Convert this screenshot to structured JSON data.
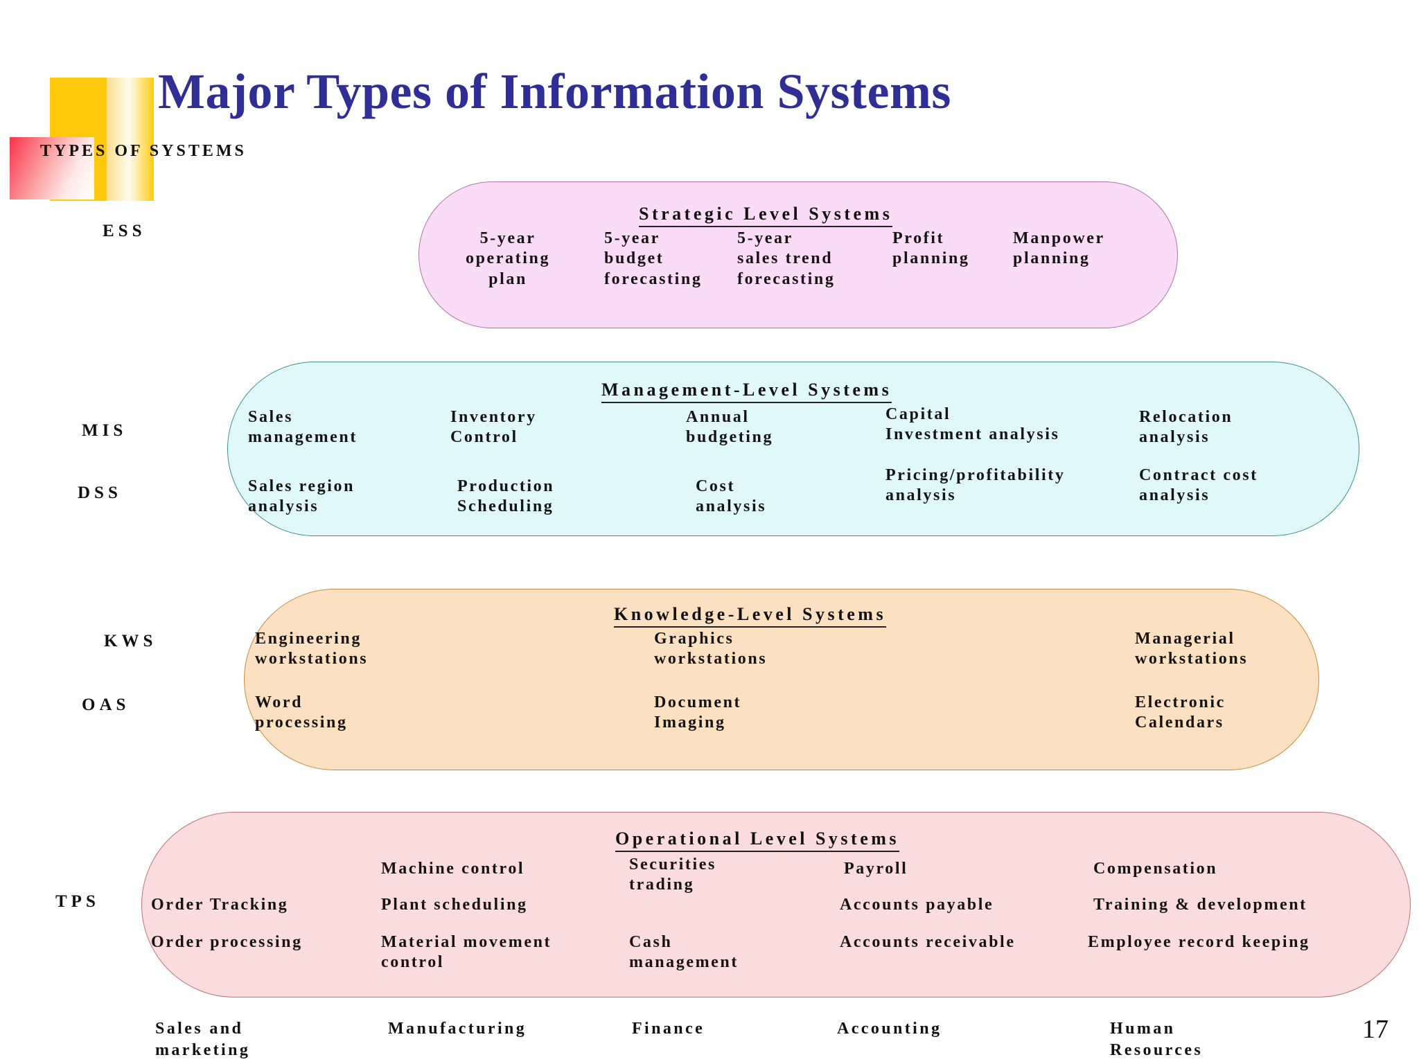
{
  "slide": {
    "title": "Major Types of Information Systems",
    "subtitle": "TYPES OF SYSTEMS",
    "page_number": "17",
    "title_color": "#2E2E94"
  },
  "system_type_labels": [
    {
      "key": "ess",
      "label": "ESS"
    },
    {
      "key": "mis",
      "label": "MIS"
    },
    {
      "key": "dss",
      "label": "DSS"
    },
    {
      "key": "kws",
      "label": "KWS"
    },
    {
      "key": "oas",
      "label": "OAS"
    },
    {
      "key": "tps",
      "label": "TPS"
    }
  ],
  "levels": [
    {
      "key": "strategic",
      "heading": "Strategic Level Systems",
      "fill_color": "#FBDCF6",
      "border_color": "#B06FB0",
      "items": [
        {
          "lines": [
            "5-year",
            "operating",
            "plan"
          ]
        },
        {
          "lines": [
            "5-year",
            "budget",
            "forecasting"
          ]
        },
        {
          "lines": [
            "5-year",
            "sales trend",
            "forecasting"
          ]
        },
        {
          "lines": [
            "Profit",
            "planning"
          ]
        },
        {
          "lines": [
            "Manpower",
            "planning"
          ]
        }
      ]
    },
    {
      "key": "management",
      "heading": "Management-Level Systems",
      "fill_color": "#E0F8F9",
      "border_color": "#35948F",
      "items_mis": [
        {
          "lines": [
            "Sales",
            "management"
          ]
        },
        {
          "lines": [
            "Inventory",
            "Control"
          ]
        },
        {
          "lines": [
            "Annual",
            "budgeting"
          ]
        },
        {
          "lines": [
            "Capital",
            "Investment analysis"
          ]
        },
        {
          "lines": [
            "Relocation",
            "analysis"
          ]
        }
      ],
      "items_dss": [
        {
          "lines": [
            "Sales region",
            "analysis"
          ]
        },
        {
          "lines": [
            "Production",
            "Scheduling"
          ]
        },
        {
          "lines": [
            "Cost",
            "analysis"
          ]
        },
        {
          "lines": [
            "Pricing/profitability",
            "analysis"
          ]
        },
        {
          "lines": [
            "Contract cost",
            "analysis"
          ]
        }
      ]
    },
    {
      "key": "knowledge",
      "heading": "Knowledge-Level Systems",
      "fill_color": "#FBE0C1",
      "border_color": "#C98A3E",
      "items_kws": [
        {
          "lines": [
            "Engineering",
            "workstations"
          ]
        },
        {
          "lines": [
            "Graphics",
            "workstations"
          ]
        },
        {
          "lines": [
            "Managerial",
            "workstations"
          ]
        }
      ],
      "items_oas": [
        {
          "lines": [
            "Word",
            "processing"
          ]
        },
        {
          "lines": [
            "Document",
            "Imaging"
          ]
        },
        {
          "lines": [
            "Electronic",
            "Calendars"
          ]
        }
      ]
    },
    {
      "key": "operational",
      "heading": "Operational Level Systems",
      "fill_color": "#FBDCDC",
      "border_color": "#C0707E",
      "items": [
        {
          "lines": [
            "Machine control"
          ]
        },
        {
          "lines": [
            "Securities",
            "trading"
          ]
        },
        {
          "lines": [
            "Payroll"
          ]
        },
        {
          "lines": [
            "Compensation"
          ]
        },
        {
          "lines": [
            "Order Tracking"
          ]
        },
        {
          "lines": [
            "Plant scheduling"
          ]
        },
        {
          "lines": [
            "Accounts payable"
          ]
        },
        {
          "lines": [
            "Training & development"
          ]
        },
        {
          "lines": [
            "Order processing"
          ]
        },
        {
          "lines": [
            "Material movement",
            "control"
          ]
        },
        {
          "lines": [
            "Cash",
            "management"
          ]
        },
        {
          "lines": [
            "Accounts receivable"
          ]
        },
        {
          "lines": [
            "Employee record keeping"
          ]
        }
      ]
    }
  ],
  "functional_areas": [
    {
      "lines": [
        "Sales and",
        "marketing"
      ]
    },
    {
      "lines": [
        "Manufacturing"
      ]
    },
    {
      "lines": [
        "Finance"
      ]
    },
    {
      "lines": [
        "Accounting"
      ]
    },
    {
      "lines": [
        "Human",
        "Resources"
      ]
    }
  ]
}
